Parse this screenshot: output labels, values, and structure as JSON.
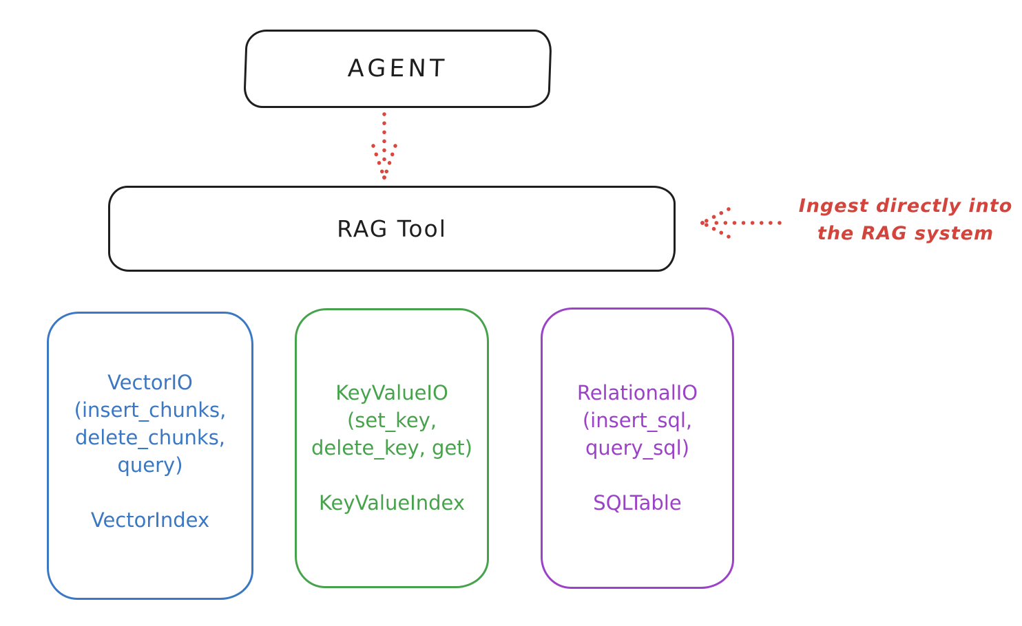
{
  "agent": {
    "label": "AGENT"
  },
  "rag_tool": {
    "label": "RAG Tool"
  },
  "annotation": {
    "line1": "Ingest directly into",
    "line2": "the RAG system",
    "color": "#d2443c"
  },
  "io_boxes": [
    {
      "name": "vector-io",
      "color": "#3b78c3",
      "lines": [
        "VectorIO",
        "(insert_chunks,",
        "delete_chunks,",
        "query)"
      ],
      "index_label": "VectorIndex"
    },
    {
      "name": "keyvalue-io",
      "color": "#47a34b",
      "lines": [
        "KeyValueIO",
        "(set_key,",
        "delete_key, get)"
      ],
      "index_label": "KeyValueIndex"
    },
    {
      "name": "relational-io",
      "color": "#9c42c8",
      "lines": [
        "RelationalIO",
        "(insert_sql,",
        "query_sql)"
      ],
      "index_label": "SQLTable"
    }
  ],
  "colors": {
    "stroke": "#1e1e1e",
    "arrow_red": "#d2443c",
    "background": "#ffffff"
  }
}
